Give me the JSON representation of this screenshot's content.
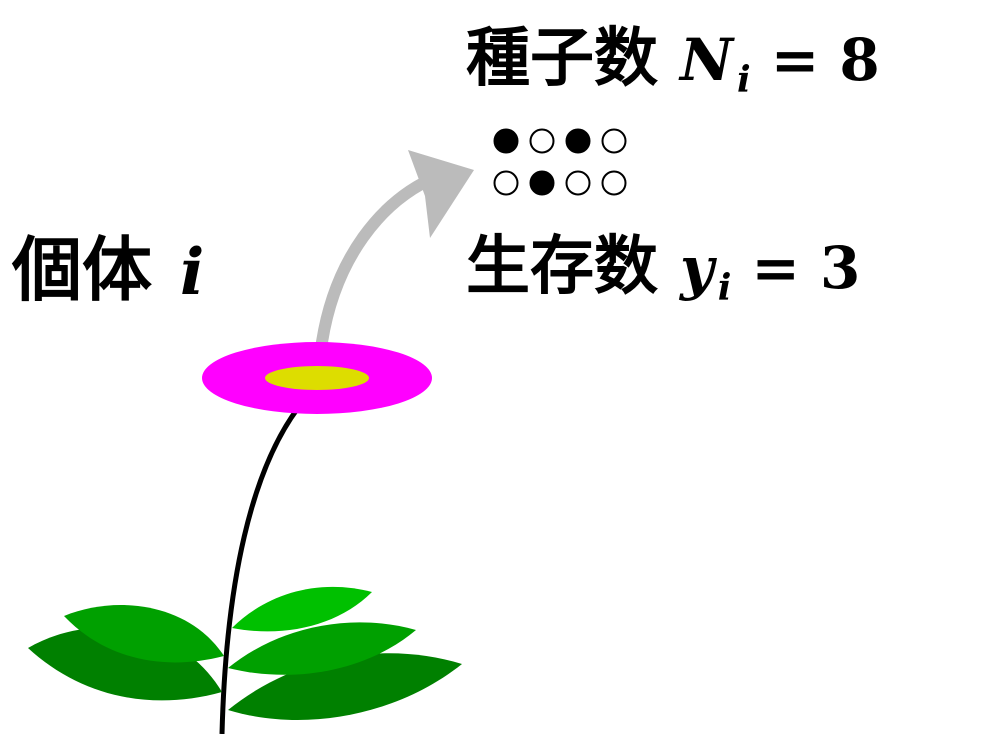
{
  "labels": {
    "individual": {
      "kanji": "個体",
      "var": "i"
    },
    "seeds": {
      "kanji": "種子数",
      "var": "N",
      "sub": "i",
      "eq": "=",
      "value": "8"
    },
    "survivors": {
      "kanji": "生存数",
      "var": "y",
      "sub": "i",
      "eq": "=",
      "value": "3"
    }
  },
  "seeds": {
    "rows": [
      [
        true,
        false,
        true,
        false
      ],
      [
        false,
        true,
        false,
        false
      ]
    ],
    "survived_color": "#000000",
    "dead_color": "#ffffff"
  },
  "colors": {
    "petal": "#ff00ff",
    "center": "#dddd00",
    "leaf_dark": "#008000",
    "leaf_mid": "#00a000",
    "leaf_light": "#00c000",
    "stem": "#000000",
    "arrow": "#bbbbbb"
  }
}
